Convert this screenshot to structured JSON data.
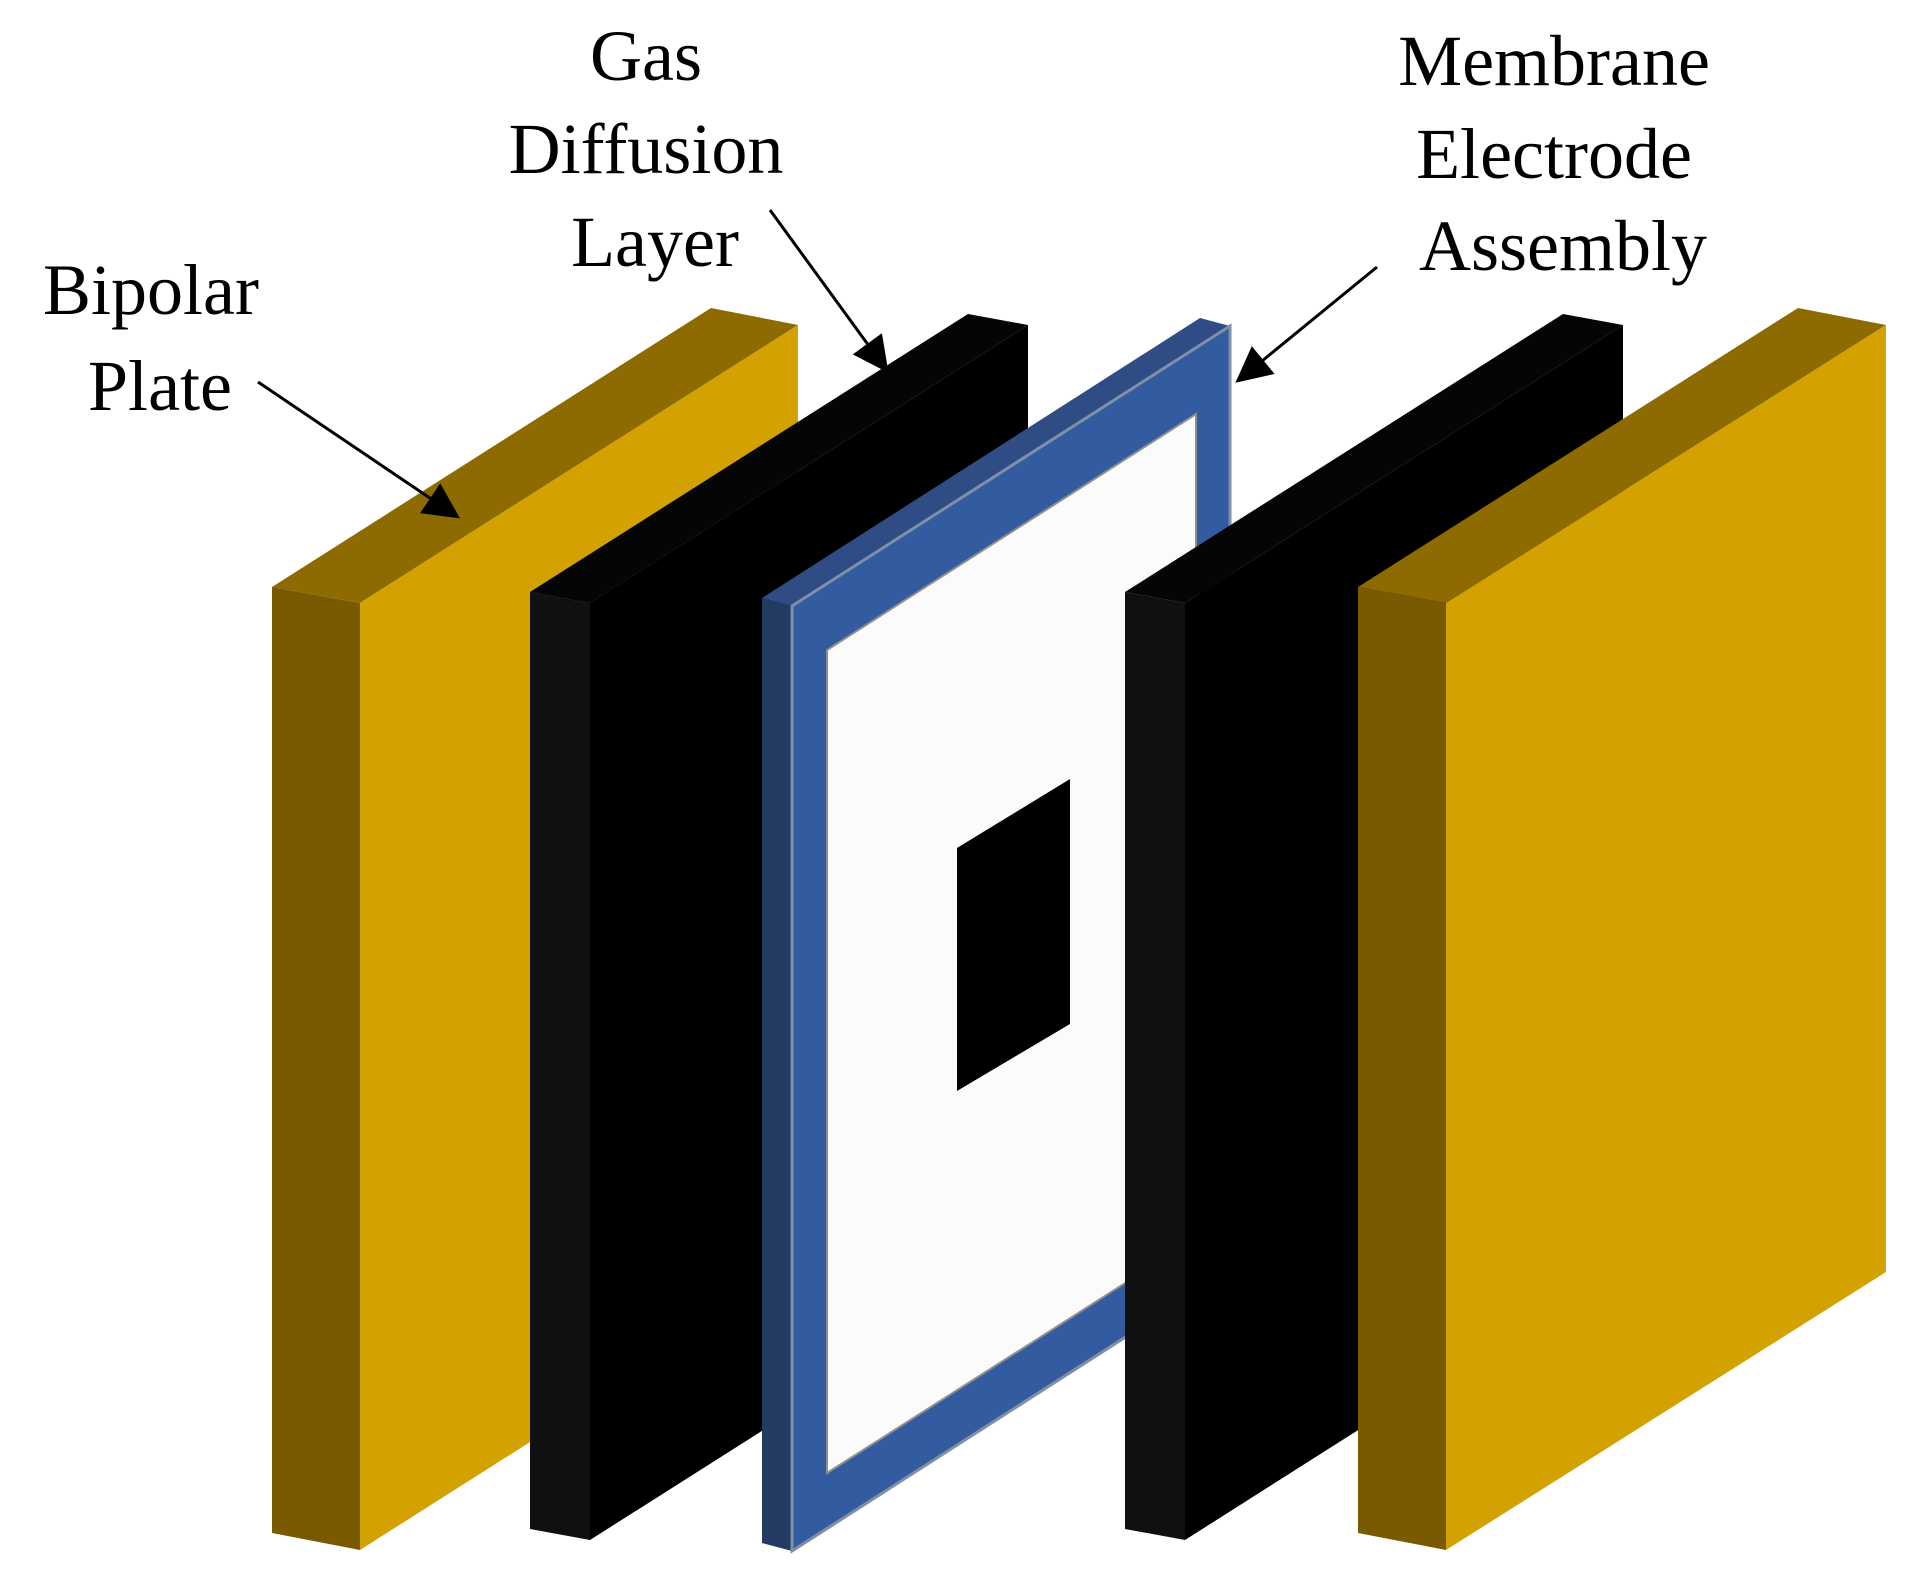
{
  "labels": {
    "bipolar_plate": [
      "Bipolar",
      "Plate"
    ],
    "gas_diffusion_layer": [
      "Gas",
      "Diffusion",
      "Layer"
    ],
    "membrane_electrode_assembly": [
      "Membrane",
      "Electrode",
      "Assembly"
    ]
  },
  "colors": {
    "bipolar_plate_front": "#D3A100",
    "bipolar_plate_side": "#7A5A00",
    "bipolar_plate_top": "#8D6B00",
    "gdl_front": "#000000",
    "mea_frame_front": "#335BA0",
    "mea_frame_side": "#233A63",
    "mea_window": "#FBFBFB",
    "arrow": "#000000"
  },
  "components": [
    {
      "name": "bipolar-plate-left",
      "type": "bipolar_plate"
    },
    {
      "name": "gas-diffusion-layer-left",
      "type": "gas_diffusion_layer"
    },
    {
      "name": "membrane-electrode-assembly",
      "type": "membrane_electrode_assembly"
    },
    {
      "name": "gas-diffusion-layer-right",
      "type": "gas_diffusion_layer"
    },
    {
      "name": "bipolar-plate-right",
      "type": "bipolar_plate"
    }
  ]
}
